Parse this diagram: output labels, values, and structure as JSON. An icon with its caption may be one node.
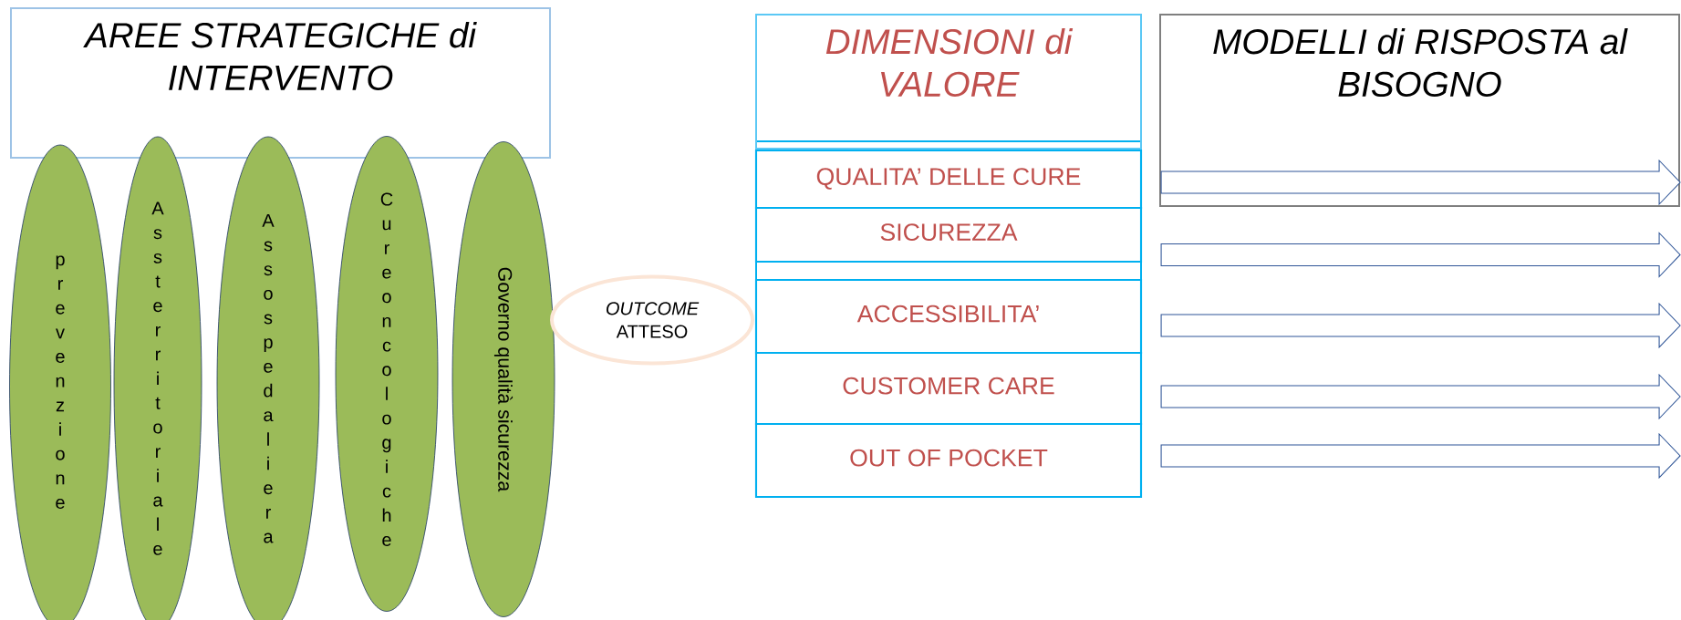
{
  "diagram": {
    "nodes": [
      {
        "text": [
          "AREE STRATEGICHE di INTERVENTO"
        ]
      },
      {
        "text": [
          "prevenzione"
        ]
      },
      {
        "text": [
          "Ass territoriale"
        ]
      },
      {
        "text": [
          "Ass ospedaliera"
        ]
      },
      {
        "text": [
          "Cureoncologiche"
        ]
      },
      {
        "text": [
          "Governo qualità sicurezza"
        ]
      },
      {
        "text": [
          "OUTCOME",
          "ATTESO"
        ]
      },
      {
        "text": [
          "DIMENSIONI di VALORE"
        ]
      },
      {
        "text": [
          "QUALITA’ DELLE CURE"
        ]
      },
      {
        "text": [
          "SICUREZZA"
        ]
      },
      {
        "text": [
          "ACCESSIBILITA’"
        ]
      },
      {
        "text": [
          "CUSTOMER CARE"
        ]
      },
      {
        "text": [
          "OUT OF POCKET"
        ]
      },
      {
        "text": [
          "MODELLI di RISPOSTA al BISOGNO"
        ]
      },
      {
        "text": [],
        "shape": "box"
      }
    ],
    "edges": [
      {
        "from": 8,
        "to": null,
        "arrow": "to"
      },
      {
        "from": 9,
        "to": null,
        "arrow": "to"
      },
      {
        "from": 10,
        "to": null,
        "arrow": "to"
      },
      {
        "from": 11,
        "to": null,
        "arrow": "to"
      },
      {
        "from": 12,
        "to": null,
        "arrow": "to"
      }
    ]
  }
}
